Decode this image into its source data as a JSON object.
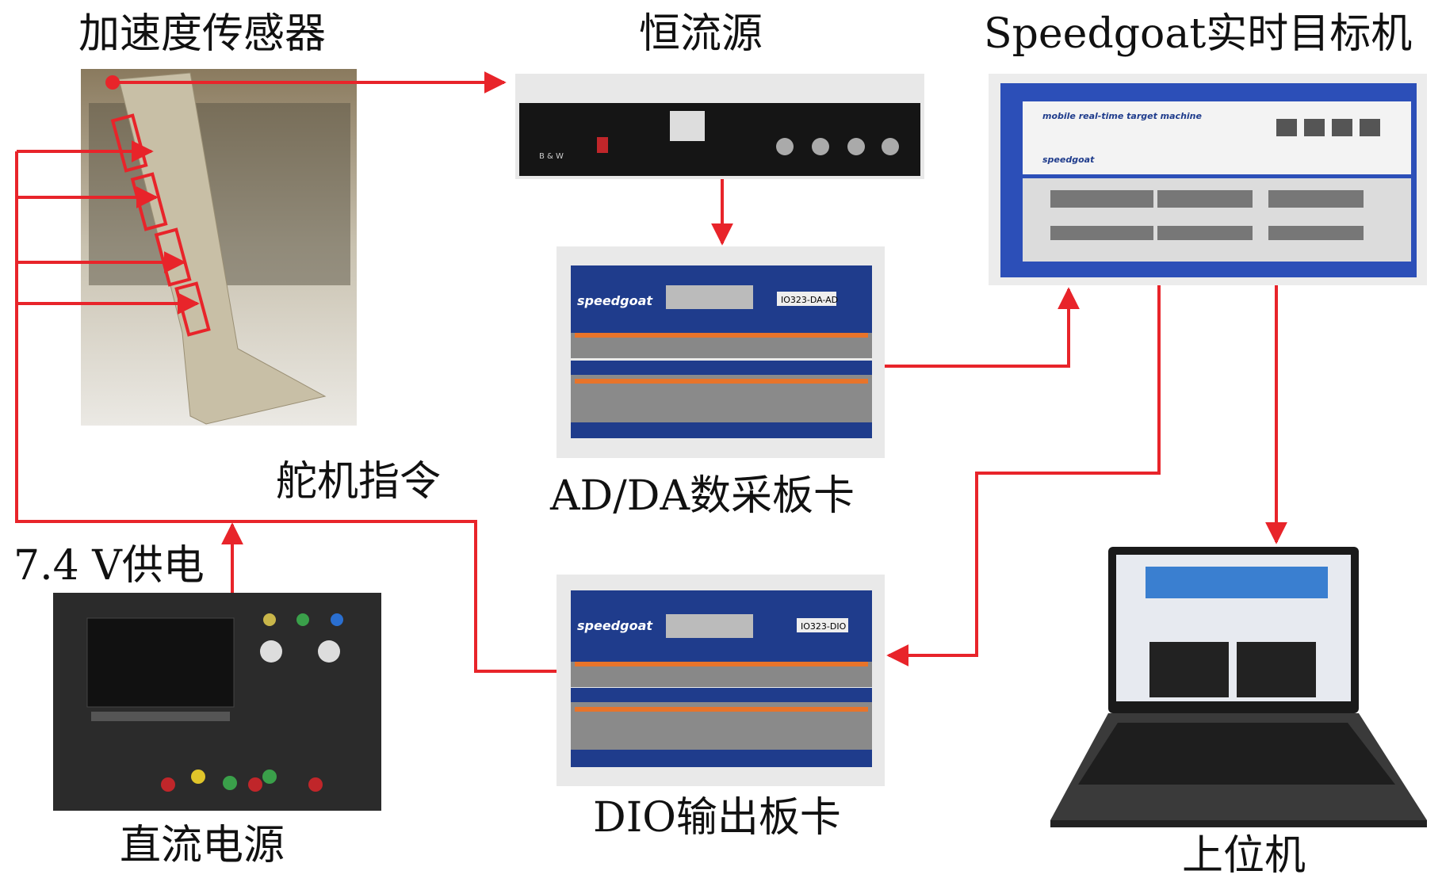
{
  "labels": {
    "sensor": "加速度传感器",
    "current_source": "恒流源",
    "target_machine": "Speedgoat实时目标机",
    "servo_cmd": "舵机指令",
    "adda_card": "AD/DA数采板卡",
    "power_supply_voltage": "7.4 V供电",
    "dio_card": "DIO输出板卡",
    "dc_power": "直流电源",
    "host_pc": "上位机"
  },
  "device_text": {
    "adda_brand": "speedgoat",
    "adda_model": "IO323-DA-AD",
    "dio_brand": "speedgoat",
    "dio_model": "IO323-DIO",
    "speedgoat_tag": "mobile real-time target machine",
    "speedgoat_brand": "speedgoat",
    "current_source_brand": "B & W"
  },
  "colors": {
    "arrow": "#e8242a",
    "speedgoat_blue": "#2c4fb8"
  }
}
